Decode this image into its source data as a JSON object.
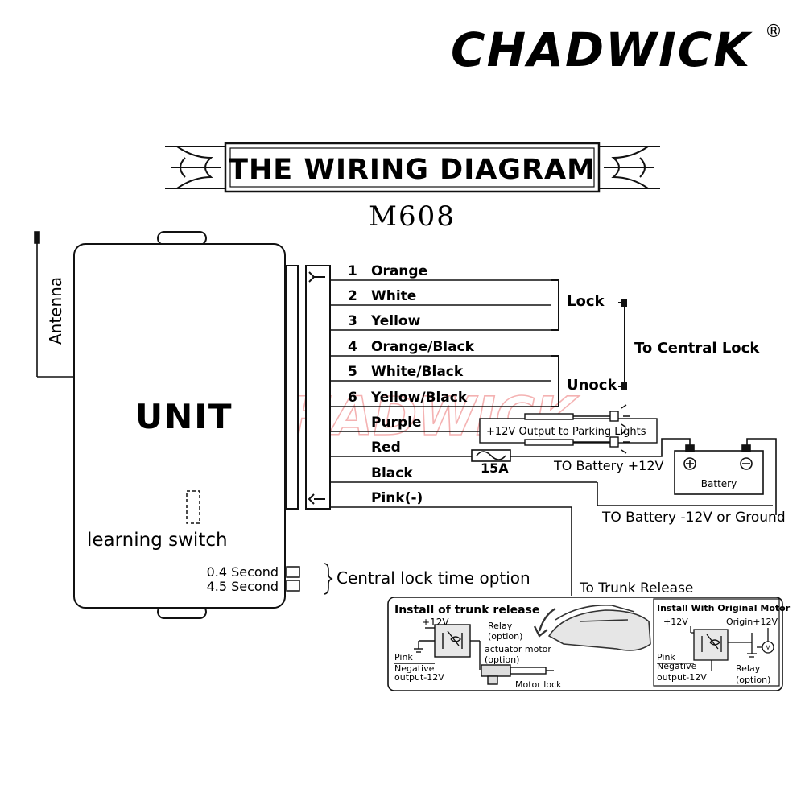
{
  "brand": {
    "name": "CHADWICK",
    "registered": "®"
  },
  "watermark": "CHADWICK",
  "header": {
    "title": "THE WIRING DIAGRAM",
    "model": "M608"
  },
  "unit": {
    "label": "UNIT",
    "antenna": "Antenna",
    "learning_switch": "learning switch",
    "time_options": [
      "0.4 Second",
      "4.5 Second"
    ],
    "time_option_label": "Central lock time option"
  },
  "wires": [
    {
      "number": "1",
      "color": "Orange"
    },
    {
      "number": "2",
      "color": "White"
    },
    {
      "number": "3",
      "color": "Yellow"
    },
    {
      "number": "4",
      "color": "Orange/Black"
    },
    {
      "number": "5",
      "color": "White/Black"
    },
    {
      "number": "6",
      "color": "Yellow/Black"
    },
    {
      "number": "",
      "color": "Purple"
    },
    {
      "number": "",
      "color": "Red"
    },
    {
      "number": "",
      "color": "Black"
    },
    {
      "number": "",
      "color": "Pink(-)"
    }
  ],
  "groups": {
    "lock": "Lock",
    "unlock": "Unock",
    "central_lock": "To Central Lock"
  },
  "outputs": {
    "parking_lights": "+12V Output to Parking Lights",
    "fuse": "15A",
    "battery_pos": "TO Battery +12V",
    "battery": "Battery",
    "battery_neg": "TO Battery -12V or Ground",
    "trunk": "To Trunk Release"
  },
  "trunk_panel": {
    "title": "Install of trunk release",
    "plus12": "+12V",
    "relay": [
      "Relay",
      "(option)"
    ],
    "actuator": [
      "actuator motor",
      "(option)"
    ],
    "pink": "Pink",
    "negative": [
      "Negative",
      "output-12V"
    ],
    "motor_lock": "Motor lock"
  },
  "original_panel": {
    "title": "Install With Original Motor",
    "plus12": "+12V",
    "origin": "Origin+12V",
    "motor_symbol": "M",
    "pink": "Pink",
    "negative": [
      "Negative",
      "output-12V"
    ],
    "relay": [
      "Relay",
      "(option)"
    ]
  }
}
